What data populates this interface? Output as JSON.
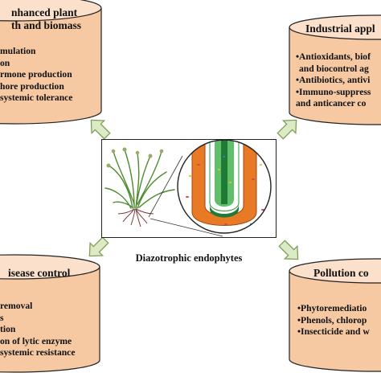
{
  "center_caption": "Diazotrophic endophytes",
  "boxes": {
    "top_left": {
      "title_line1": "nhanced plant",
      "title_line2": "th and biomass",
      "items": [
        "mulation",
        "on",
        "rmone production",
        "hore production",
        "systemic tolerance"
      ]
    },
    "top_right": {
      "title": "Industrial appl",
      "items": [
        "•Antioxidants, biof",
        "and biocontrol ag",
        "•Antibiotics, antivi",
        "•Immuno-suppress",
        "and anticancer co"
      ]
    },
    "bottom_left": {
      "title": "isease control",
      "items": [
        "removal",
        "s",
        "tion",
        "on of  lytic enzyme",
        "systemic resistance"
      ]
    },
    "bottom_right": {
      "title": "Pollution co",
      "items": [
        "•Phytoremediatio",
        "•Phenols, chlorop",
        "•Insecticide and w"
      ]
    }
  },
  "colors": {
    "cylinder_fill": "#f6c9a2",
    "cylinder_top": "#fbe1cb",
    "arrow_fill": "#dceac6",
    "arrow_stroke": "#7f9f56",
    "root_orange": "#e97a25",
    "root_green": "#2f9a46"
  }
}
